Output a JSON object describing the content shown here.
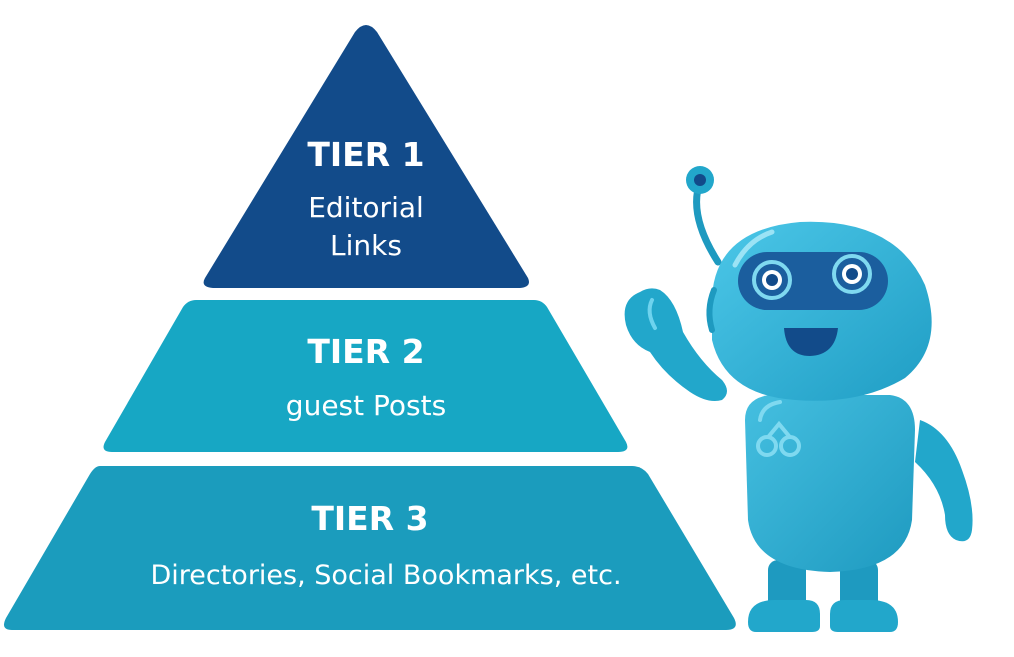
{
  "pyramid": {
    "tiers": [
      {
        "title": "TIER 1",
        "lines": [
          "Editorial",
          "Links"
        ],
        "color": "#124B8A"
      },
      {
        "title": "TIER 2",
        "lines": [
          "guest Posts"
        ],
        "color": "#17A7C4"
      },
      {
        "title": "TIER 3",
        "lines": [
          "Directories, Social Bookmarks, etc."
        ],
        "color": "#1B9CBD"
      }
    ]
  },
  "robot": {
    "icon": "robot-mascot-icon",
    "body_color": "#22A7CB",
    "face_color": "#1B5E9E",
    "chest_icon": "link-chain-icon"
  }
}
